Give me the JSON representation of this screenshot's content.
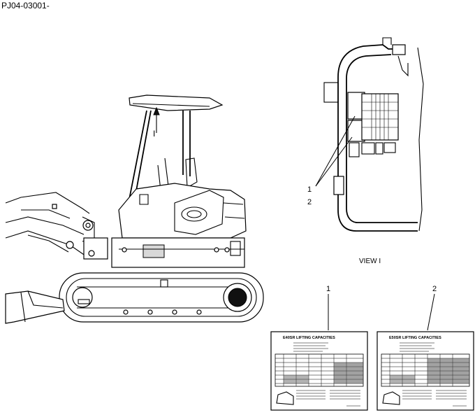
{
  "drawing_id": "PJ04-03001-",
  "view_label": "VIEW  I",
  "view_mark": "I",
  "callouts": [
    "1",
    "2"
  ],
  "decals": [
    {
      "number": "1",
      "title": "E40SR LIFTING CAPACITIES"
    },
    {
      "number": "2",
      "title": "E50SR LIFTING CAPACITIES"
    }
  ]
}
